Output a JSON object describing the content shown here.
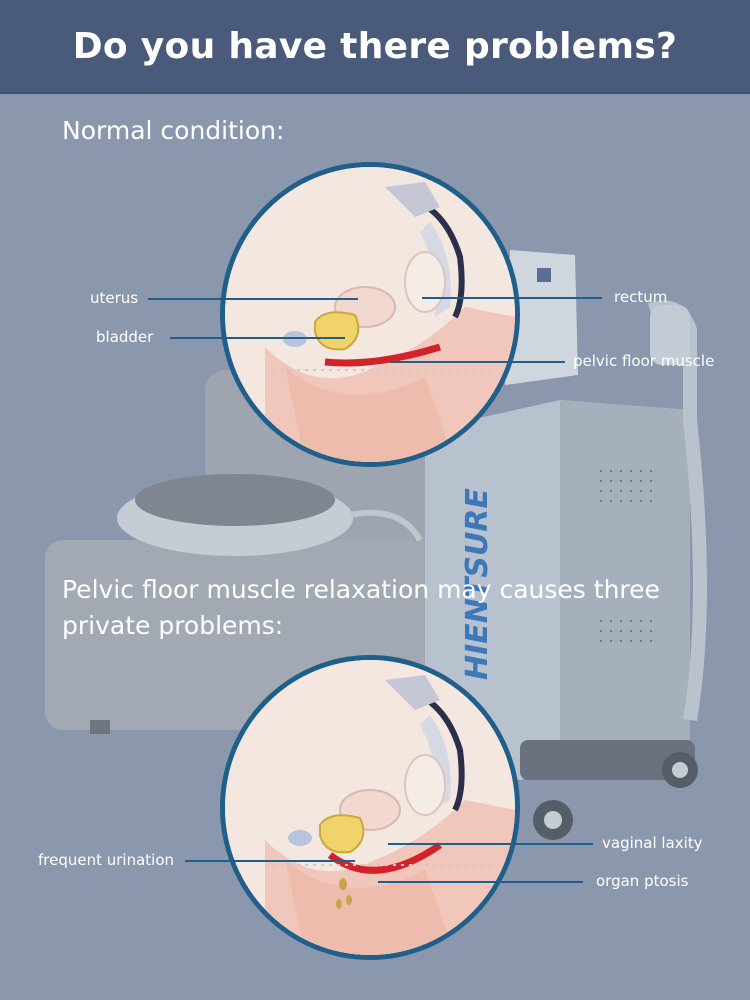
{
  "header": {
    "title": "Do you have there problems?"
  },
  "machine": {
    "brand": "HIENTSURE"
  },
  "sections": {
    "normal": {
      "title": "Normal condition:",
      "labels": {
        "uterus": "uterus",
        "bladder": "bladder",
        "rectum": "rectum",
        "pelvic_floor_muscle": "pelvic floor muscle"
      }
    },
    "relaxation": {
      "title": "Pelvic floor muscle relaxation may causes three private problems:",
      "labels": {
        "frequent_urination": "frequent urination",
        "vaginal_laxity": "vaginal laxity",
        "organ_ptosis": "organ ptosis"
      }
    }
  },
  "colors": {
    "header_bg": "#4a5a7a",
    "page_bg": "#8a97ad",
    "circle_border": "#1f5f8a",
    "muscle_red": "#d2232a"
  }
}
